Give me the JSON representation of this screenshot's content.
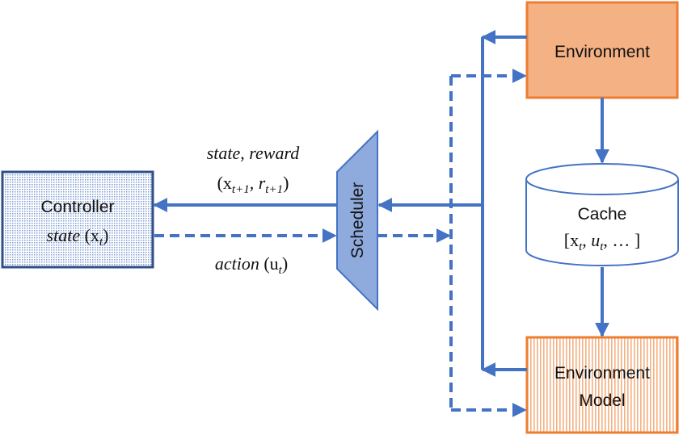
{
  "colors": {
    "flow": "#4472c4",
    "controller_border": "#2f4f8a",
    "controller_fill": "#dbe4f3",
    "scheduler_fill": "#8faadc",
    "scheduler_border": "#4472c4",
    "environment_fill": "#f4b183",
    "environment_border": "#ed7d31",
    "model_stripe": "#f8cbad",
    "cache_border": "#4472c4"
  },
  "controller": {
    "label": "Controller",
    "state_word": "state",
    "state_var": "(x",
    "state_sub": "t",
    "state_close": ")"
  },
  "scheduler": {
    "label": "Scheduler"
  },
  "feedback": {
    "line1": "state, reward",
    "line2_open": "(x",
    "line2_sub1": "t+1",
    "line2_mid": ", r",
    "line2_sub2": "t+1",
    "line2_close": ")"
  },
  "action": {
    "word": "action",
    "var_open": "(u",
    "var_sub": "t",
    "var_close": ")"
  },
  "environment": {
    "label": "Environment"
  },
  "cache": {
    "label": "Cache",
    "content_open": "[x",
    "content_sub1": "t",
    "content_mid": ", u",
    "content_sub2": "t",
    "content_tail": ", … ]"
  },
  "environment_model": {
    "line1": "Environment",
    "line2": "Model"
  }
}
